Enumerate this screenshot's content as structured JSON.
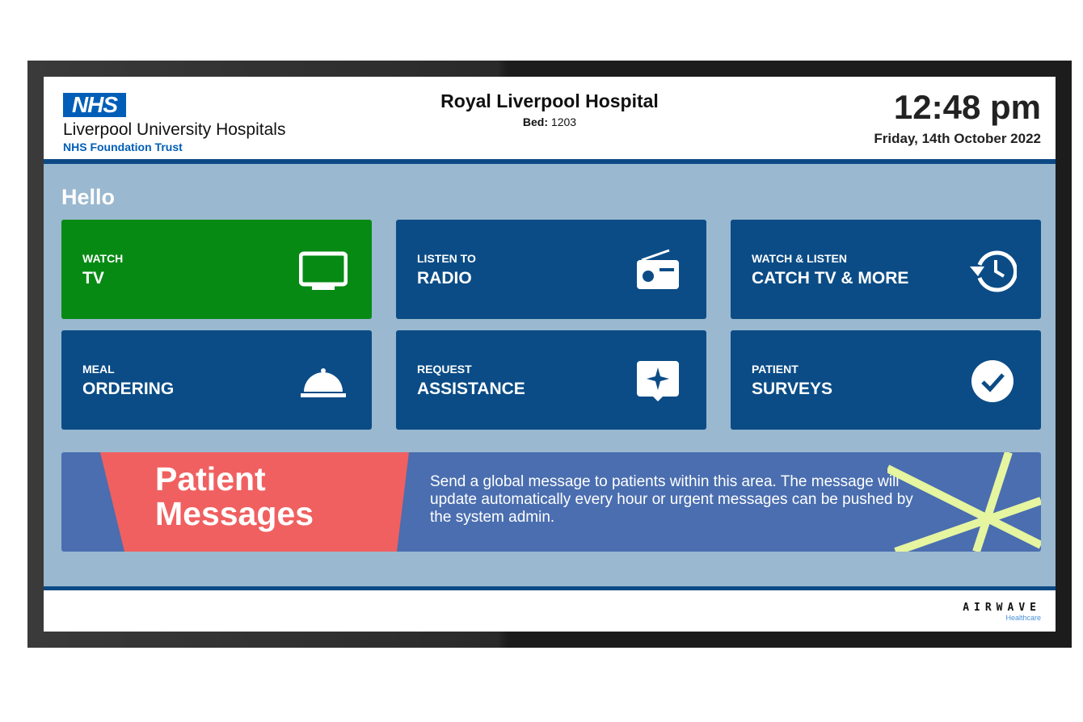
{
  "header": {
    "logo": "NHS",
    "organisation": "Liverpool University Hospitals",
    "trust": "NHS Foundation Trust",
    "hospital": "Royal Liverpool Hospital",
    "bed_label": "Bed:",
    "bed_number": "1203",
    "time": "12:48 pm",
    "date": "Friday, 14th October 2022"
  },
  "greeting": "Hello",
  "tiles": [
    {
      "line1": "WATCH",
      "line2": "TV",
      "icon": "tv-icon"
    },
    {
      "line1": "LISTEN TO",
      "line2": "RADIO",
      "icon": "radio-icon"
    },
    {
      "line1": "WATCH & LISTEN",
      "line2": "CATCH TV & MORE",
      "icon": "history-icon"
    },
    {
      "line1": "MEAL",
      "line2": "ORDERING",
      "icon": "cloche-icon"
    },
    {
      "line1": "REQUEST",
      "line2": "ASSISTANCE",
      "icon": "assistance-icon"
    },
    {
      "line1": "PATIENT",
      "line2": "SURVEYS",
      "icon": "check-circle-icon"
    }
  ],
  "banner": {
    "title_line1": "Patient",
    "title_line2": "Messages",
    "message": "Send a global message to patients within this area. The message will update automatically every hour or urgent messages can be pushed by the system admin."
  },
  "footer": {
    "brand": "AIRWAVE",
    "brand_sub": "Healthcare"
  },
  "colors": {
    "nhs_blue": "#005eb8",
    "tile_blue": "#0b4c86",
    "tile_green": "#078a14",
    "banner_red": "#f06060",
    "banner_blue": "#4a6eaf",
    "background": "#9ab8cf"
  }
}
